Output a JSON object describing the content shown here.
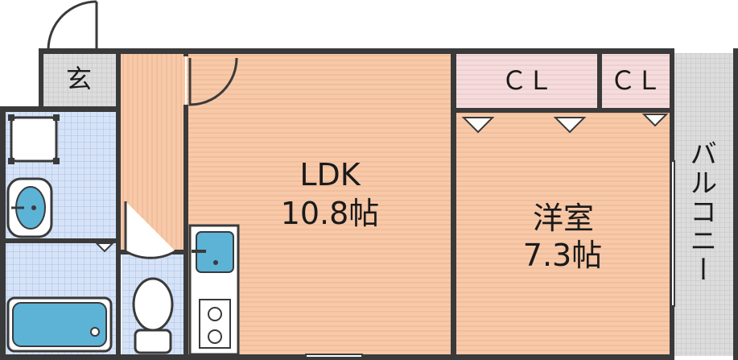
{
  "rooms": {
    "ldk": {
      "name": "LDK",
      "size": "10.8帖"
    },
    "western": {
      "name": "洋室",
      "size": "7.3帖"
    },
    "closet_1": "ＣＬ",
    "closet_2": "ＣＬ",
    "entrance": "玄",
    "balcony": "バルコニー"
  },
  "colors": {
    "wall": "#3a3a3a",
    "floor": "#f7c9a8",
    "floor_line": "#ecb48f",
    "wet_area": "#d6e3f7",
    "wet_line": "#a9bfe4",
    "closet": "#f5dcdc",
    "entrance": "#dcdcdc",
    "fixture": "#5cb3d6"
  }
}
